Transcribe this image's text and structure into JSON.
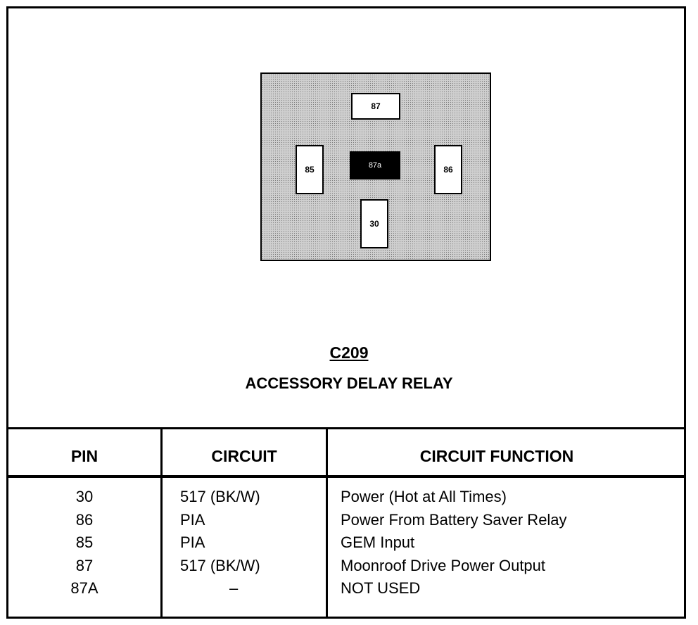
{
  "connector": {
    "pins": [
      {
        "label": "87"
      },
      {
        "label": "85"
      },
      {
        "label": "87a"
      },
      {
        "label": "86"
      },
      {
        "label": "30"
      }
    ]
  },
  "caption": {
    "id": "C209",
    "name": "ACCESSORY DELAY RELAY"
  },
  "table": {
    "headers": [
      "PIN",
      "CIRCUIT",
      "CIRCUIT FUNCTION"
    ],
    "rows": [
      {
        "pin": "30",
        "circuit": "517 (BK/W)",
        "function": "Power (Hot at All Times)"
      },
      {
        "pin": "86",
        "circuit": "PIA",
        "function": "Power From Battery Saver Relay"
      },
      {
        "pin": "85",
        "circuit": "PIA",
        "function": "GEM Input"
      },
      {
        "pin": "87",
        "circuit": "517 (BK/W)",
        "function": "Moonroof Drive Power Output"
      },
      {
        "pin": "87A",
        "circuit": "–",
        "function": "NOT USED"
      }
    ]
  }
}
